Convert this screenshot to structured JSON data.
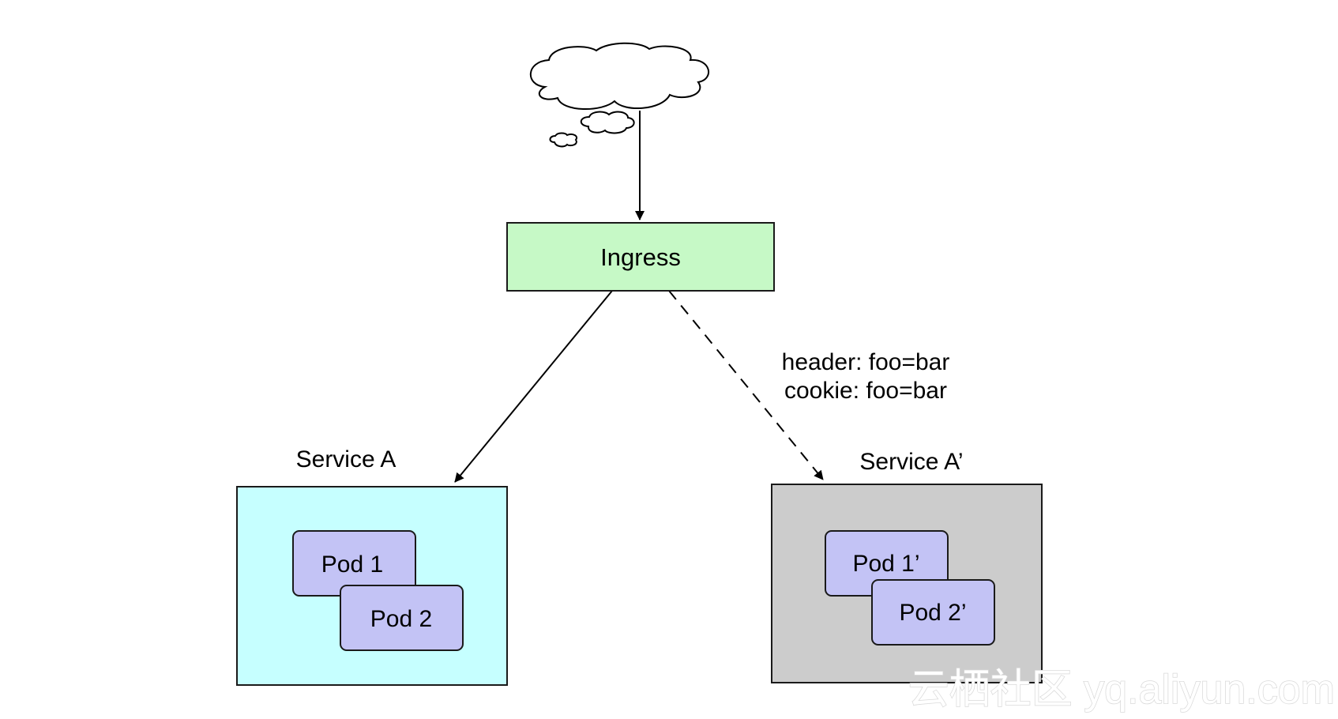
{
  "diagram": {
    "cloud": {
      "icon": "cloud-icon"
    },
    "ingress": {
      "label": "Ingress",
      "fill": "#c6f9c6"
    },
    "service_a": {
      "label": "Service A",
      "fill": "#c6ffff"
    },
    "service_a_prime": {
      "label": "Service A’",
      "fill": "#cccccc"
    },
    "pods_a": [
      {
        "label": "Pod 1"
      },
      {
        "label": "Pod 2"
      }
    ],
    "pods_a_prime": [
      {
        "label": "Pod 1’"
      },
      {
        "label": "Pod 2’"
      }
    ],
    "pod_fill": "#c3c3f5",
    "routing_rules": [
      "header: foo=bar",
      "cookie: foo=bar"
    ]
  },
  "watermark": {
    "text": "云栖社区 yq.aliyun.com"
  }
}
